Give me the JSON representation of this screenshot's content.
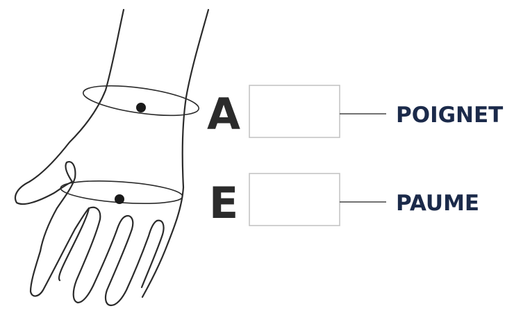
{
  "measurements": [
    {
      "letter": "A",
      "label": "POIGNET"
    },
    {
      "letter": "E",
      "label": "PAUME"
    }
  ],
  "colors": {
    "label_text": "#1b2a4a",
    "letter_text": "#2b2b2b",
    "outline": "#2b2b2b",
    "box_border": "#c4c4c4"
  },
  "icons": [
    "hand-illustration"
  ]
}
